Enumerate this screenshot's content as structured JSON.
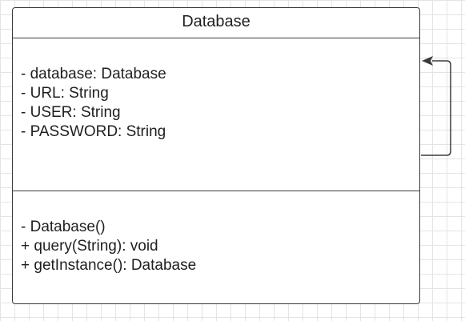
{
  "class_box": {
    "name": "Database",
    "attributes": [
      "- database: Database",
      "- URL: String",
      "- USER: String",
      "- PASSWORD: String"
    ],
    "methods": [
      "- Database()",
      "+ query(String): void",
      "+ getInstance(): Database"
    ]
  },
  "colors": {
    "border": "#3b3b3b",
    "grid": "#e4e4e4",
    "text": "#1f1f1f"
  }
}
